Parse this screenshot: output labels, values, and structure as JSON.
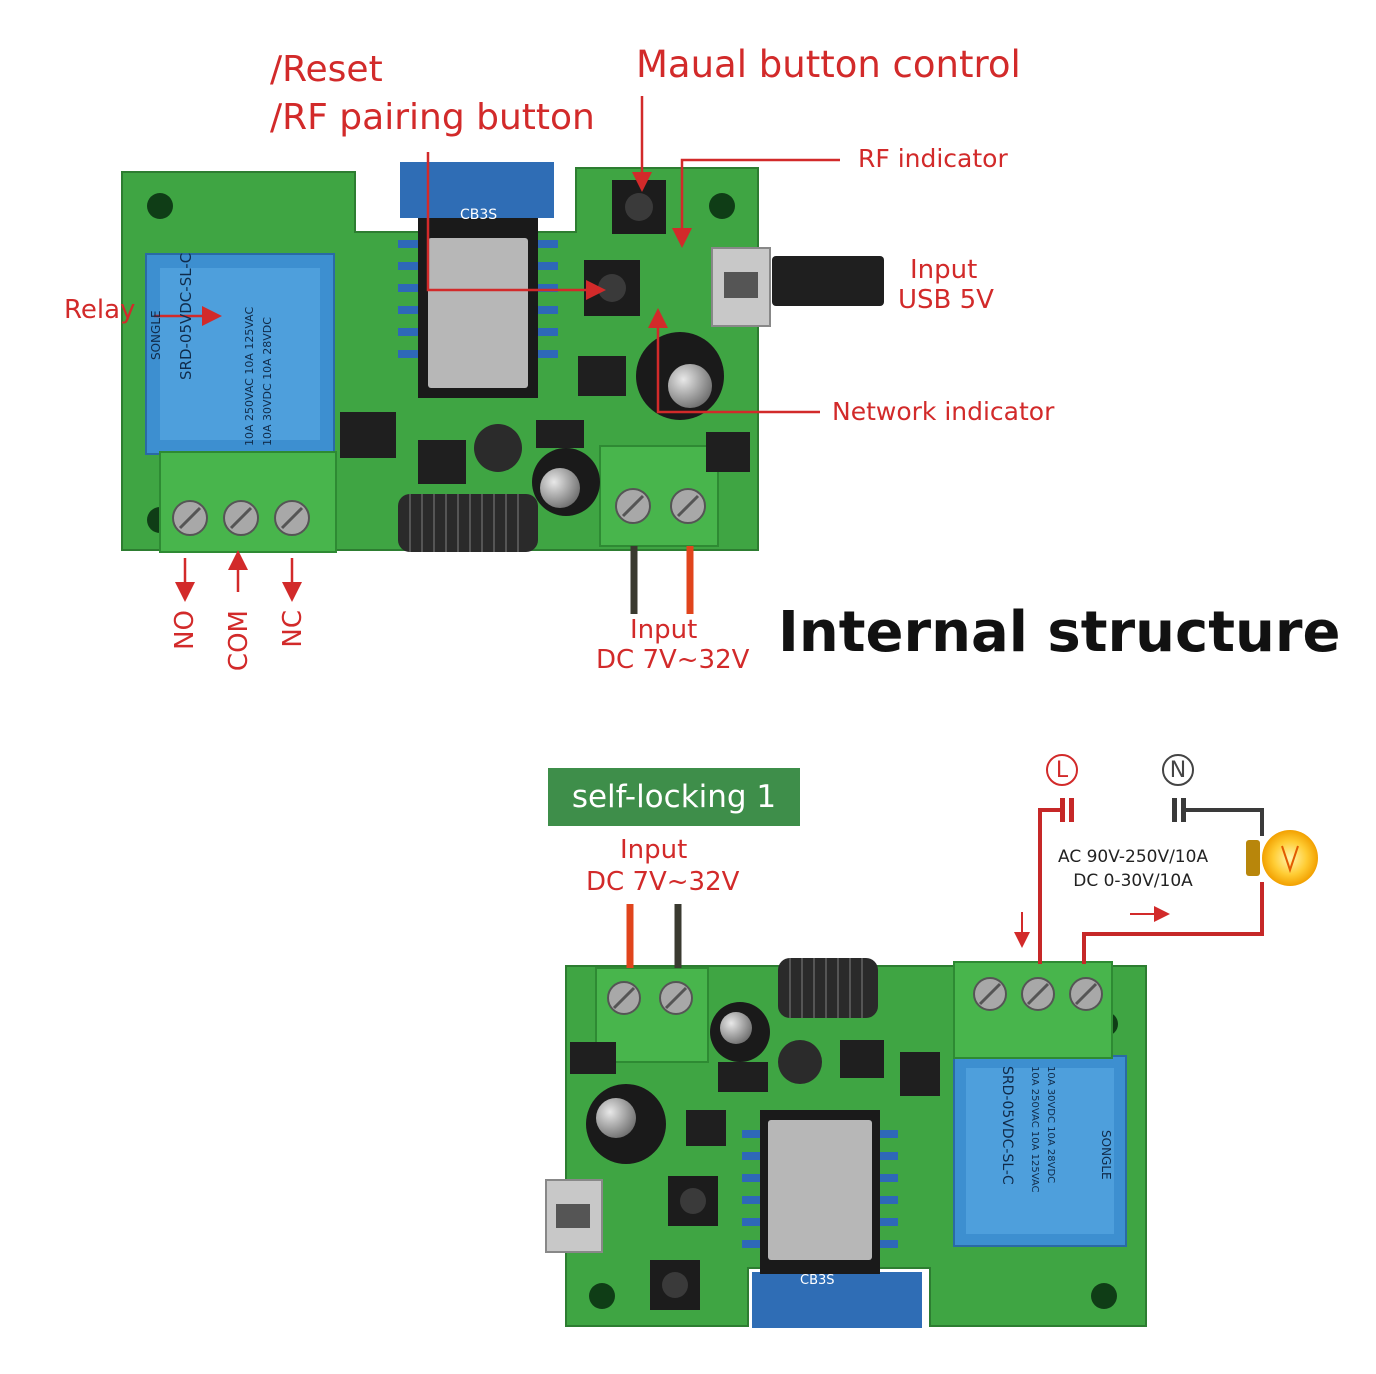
{
  "title": "Internal structure",
  "badge": "self-locking 1",
  "labels": {
    "reset_line1": "/Reset",
    "reset_line2": "/RF pairing button",
    "manual": "Maual button control",
    "rf_indicator": "RF indicator",
    "usb_line1": "Input",
    "usb_line2": "USB 5V",
    "relay": "Relay",
    "network_indicator": "Network indicator",
    "dc_top_line1": "Input",
    "dc_top_line2": "DC 7V~32V",
    "dc_bottom_line1": "Input",
    "dc_bottom_line2": "DC 7V~32V",
    "terminal_no": "NO",
    "terminal_com": "COM",
    "terminal_nc": "NC",
    "spec_ac": "AC 90V-250V/10A",
    "spec_dc": "DC 0-30V/10A",
    "live_symbol": "L",
    "neutral_symbol": "N"
  },
  "board_print": {
    "module": "CB3S",
    "relay_model": "SRD-05VDC-SL-C",
    "relay_brand": "SONGLE",
    "relay_rating_1": "10A 250VAC 10A 125VAC",
    "relay_rating_2": "10A 30VDC 10A 28VDC"
  },
  "colors": {
    "label_red": "#d22a2a",
    "pcb_green": "#3fa543",
    "terminal_green": "#48b54c",
    "relay_blue": "#3d8fd0",
    "badge_green": "#3e8e4a",
    "wire_red": "#e0441c",
    "wire_black": "#3a3a30"
  }
}
